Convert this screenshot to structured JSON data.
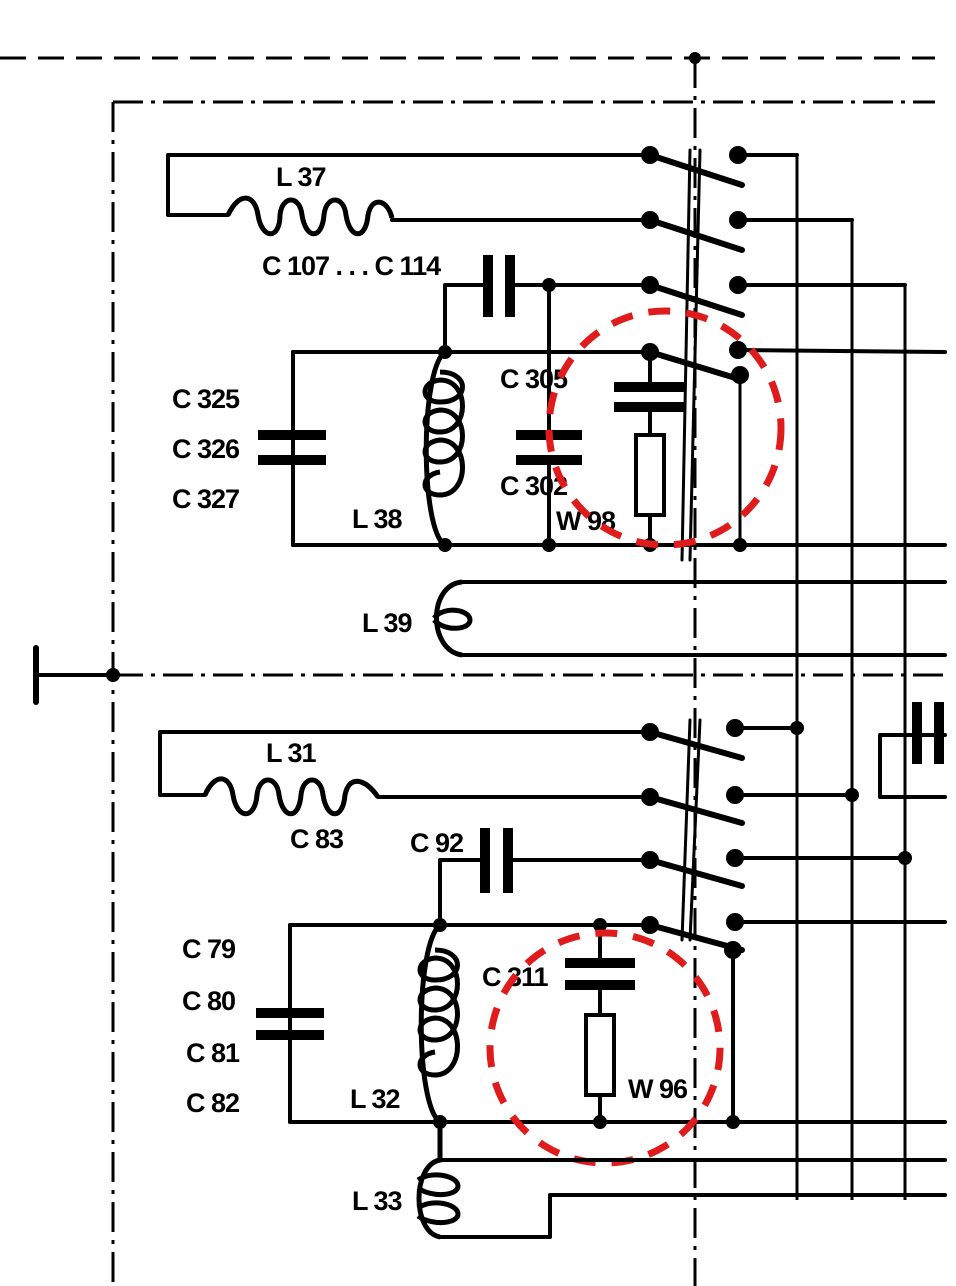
{
  "labels": {
    "l37": "L 37",
    "c107_c114": "C 107 . . . C 114",
    "c325": "C 325",
    "c326": "C 326",
    "c327": "C 327",
    "l38": "L 38",
    "c305": "C 305",
    "c302": "C 302",
    "w98": "W 98",
    "l39": "L 39",
    "l31": "L 31",
    "c83": "C 83",
    "c92": "C 92",
    "c79": "C 79",
    "c80": "C 80",
    "c81": "C 81",
    "c82": "C 82",
    "c311": "C 311",
    "l32": "L 32",
    "w96": "W 96",
    "l33": "L 33"
  },
  "highlight_color": "#e01b1b"
}
